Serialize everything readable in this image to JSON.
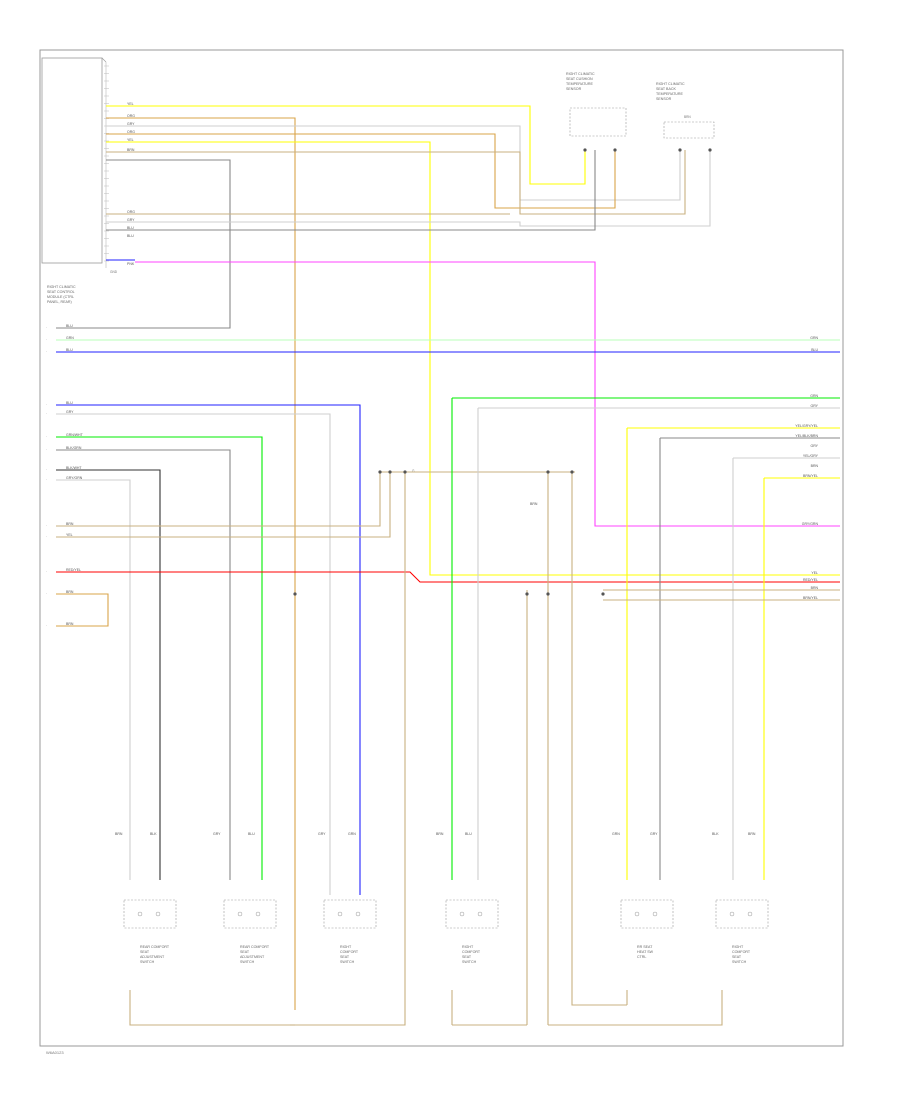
{
  "diagram": {
    "footer_code": "W6A0123",
    "connector_note": "G",
    "colors": {
      "yel": "#ffff00",
      "org": "#d9a44a",
      "grn": "#00ee00",
      "blu": "#2222ff",
      "pnk": "#ff44ff",
      "red": "#ff0000",
      "gry": "#888888",
      "wht": "#cfcfcf",
      "blk": "#333333",
      "ltgrn": "#b8ffb8",
      "tan": "#c8b080"
    },
    "top_module": {
      "caption": [
        "RIGHT CLIMATIC",
        "SEAT CONTROL",
        "MODULE (CTRL",
        "PANEL, REAR)"
      ],
      "wire_labels": [
        "YEL",
        "ORG",
        "GRY",
        "ORG",
        "YEL",
        "BRN",
        "ORG",
        "GRY",
        "BLU",
        "BLU"
      ],
      "bottom_label": "PNK",
      "bottom_pin": "GND"
    },
    "top_right": {
      "caption_a": [
        "RIGHT CLIMATIC",
        "SEAT CUSHION",
        "TEMPERATURE",
        "SENSOR"
      ],
      "caption_b": [
        "RIGHT CLIMATIC",
        "SEAT BACK",
        "TEMPERATURE",
        "SENSOR"
      ],
      "note": "BRN"
    },
    "left_labels": [
      "BLU",
      "GRN",
      "BLU",
      "BLU",
      "GRY",
      "GRN/WHT",
      "BLK/GRN",
      "BLK/WHT",
      "GRY/GRN",
      "BRN",
      "YEL",
      "RED/YEL",
      "BRN",
      "BRN"
    ],
    "right_labels": [
      "GRN",
      "BLU",
      "GRN",
      "GRY",
      "YEL/GRY/YEL",
      "YEL/BLK/BRN",
      "GRY",
      "YEL/GRY",
      "BRN",
      "BRN/YEL",
      "GRY/GRN",
      "YEL",
      "RED/YEL",
      "BRN",
      "BRN/YEL"
    ],
    "splice_label": "BRN",
    "switches": [
      {
        "caption": [
          "REAR COMFORT",
          "SEAT",
          "ADJUSTMENT",
          "SWITCH"
        ]
      },
      {
        "caption": [
          "REAR COMFORT",
          "SEAT",
          "ADJUSTMENT",
          "SWITCH"
        ]
      },
      {
        "caption": [
          "RIGHT",
          "COMFORT",
          "SEAT",
          "SWITCH"
        ]
      },
      {
        "caption": [
          "RIGHT",
          "COMFORT",
          "SEAT",
          "SWITCH"
        ]
      },
      {
        "caption": [
          "RR SEAT",
          "HEAT SW",
          "CTRL"
        ]
      },
      {
        "caption": [
          "RIGHT",
          "COMFORT",
          "SEAT",
          "SWITCH"
        ]
      }
    ],
    "switch_wires": [
      "BRN",
      "BLK",
      "GRY",
      "BLU",
      "GRY",
      "GRN",
      "BRN",
      "BLU",
      "GRN",
      "GRY",
      "BLK",
      "BRN"
    ]
  }
}
